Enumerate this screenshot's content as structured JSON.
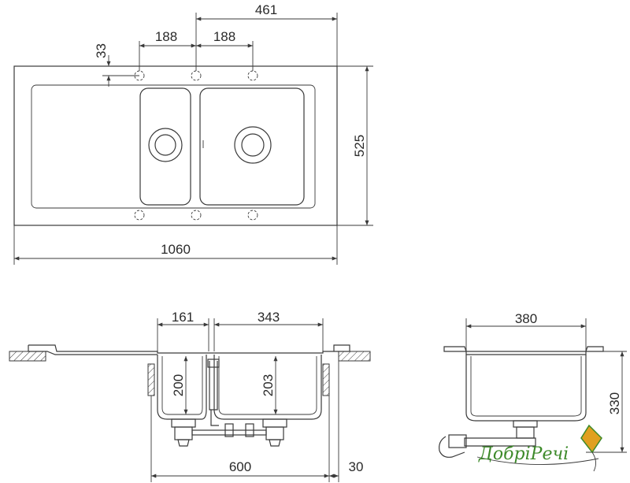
{
  "dimensions": {
    "top_overall_width": "461",
    "hole_offset": "33",
    "hole_spacing_left": "188",
    "hole_spacing_right": "188",
    "height": "525",
    "width": "1060",
    "small_bowl_width": "161",
    "large_bowl_width": "343",
    "small_bowl_depth": "200",
    "large_bowl_depth": "203",
    "cabinet_width": "600",
    "countertop_offset": "30",
    "side_bowl_width": "380",
    "side_height": "330"
  },
  "brand": {
    "name": "ДобріРечі",
    "accent": "#3d8a2a",
    "logo_accent": "#e0a020"
  }
}
